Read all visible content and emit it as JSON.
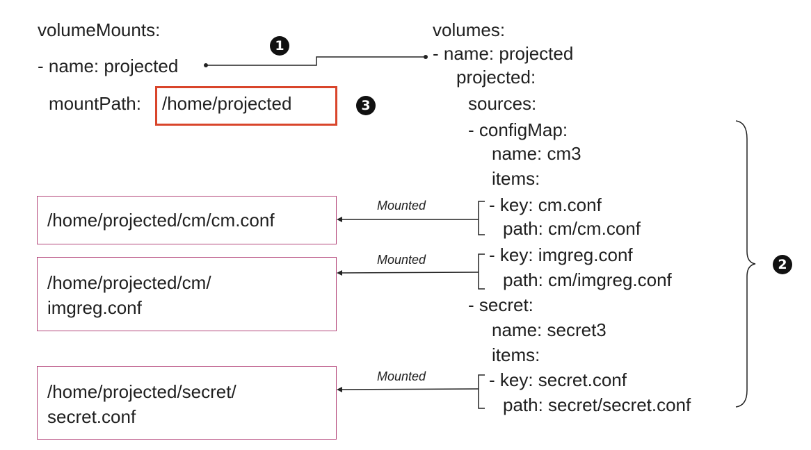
{
  "left": {
    "volume_mounts_label": "volumeMounts:",
    "name_line": "- name: projected",
    "mount_path_label": "mountPath:",
    "mount_path_value": "/home/projected"
  },
  "right": {
    "lines": [
      "volumes:",
      "- name: projected",
      "projected:",
      "sources:",
      "- configMap:",
      "name: cm3",
      "items:",
      "- key: cm.conf",
      "path: cm/cm.conf",
      "- key: imgreg.conf",
      "path: cm/imgreg.conf",
      "- secret:",
      "name: secret3",
      "items:",
      "- key: secret.conf",
      "path: secret/secret.conf"
    ]
  },
  "mounted_label": "Mounted",
  "boxes": [
    {
      "lines": [
        "/home/projected/cm/cm.conf"
      ]
    },
    {
      "lines": [
        "/home/projected/cm/",
        "imgreg.conf"
      ]
    },
    {
      "lines": [
        "/home/projected/secret/",
        "secret.conf"
      ]
    }
  ],
  "badges": {
    "one": "1",
    "two": "2",
    "three": "3"
  },
  "colors": {
    "highlight_border": "#d9452b",
    "file_box_border": "#b4467a"
  }
}
